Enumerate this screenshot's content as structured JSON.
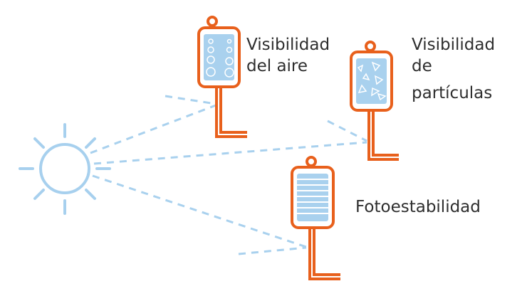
{
  "labels": {
    "air_visibility": [
      "Visibilidad",
      "del aire"
    ],
    "particle_visibility": [
      "Visibilidad",
      "de",
      "partículas"
    ],
    "photostability": "Fotoestabilidad"
  },
  "colors": {
    "orange": "#e8601c",
    "light_blue": "#a9d1ee",
    "sun_blue": "#a7d0ee",
    "text": "#2e2e2e"
  },
  "icons": [
    "sun-icon",
    "iv-bag-air-bubbles-icon",
    "iv-bag-particles-icon",
    "iv-bag-striped-icon"
  ]
}
